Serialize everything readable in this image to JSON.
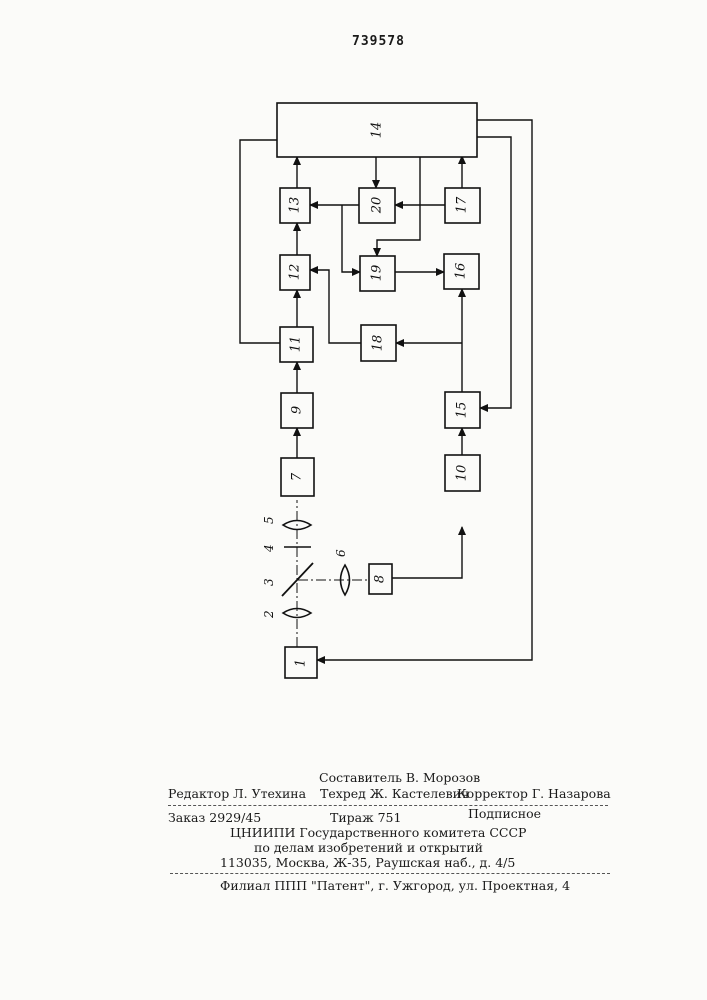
{
  "patent_number": "739578",
  "blocks": [
    {
      "id": "b1",
      "label": "1"
    },
    {
      "id": "b7",
      "label": "7"
    },
    {
      "id": "b8",
      "label": "8"
    },
    {
      "id": "b9",
      "label": "9"
    },
    {
      "id": "b10",
      "label": "10"
    },
    {
      "id": "b11",
      "label": "11"
    },
    {
      "id": "b12",
      "label": "12"
    },
    {
      "id": "b13",
      "label": "13"
    },
    {
      "id": "b14",
      "label": "14"
    },
    {
      "id": "b15",
      "label": "15"
    },
    {
      "id": "b16",
      "label": "16"
    },
    {
      "id": "b17",
      "label": "17"
    },
    {
      "id": "b18",
      "label": "18"
    },
    {
      "id": "b19",
      "label": "19"
    },
    {
      "id": "b20",
      "label": "20"
    }
  ],
  "optics": [
    {
      "id": "o2",
      "label": "2"
    },
    {
      "id": "o3",
      "label": "3"
    },
    {
      "id": "o4",
      "label": "4"
    },
    {
      "id": "o5",
      "label": "5"
    },
    {
      "id": "o6",
      "label": "6"
    }
  ],
  "footer": {
    "compiler": "Составитель В. Морозов",
    "editor": "Редактор Л. Утехина",
    "techred": "Техред Ж. Кастелевич",
    "corrector": "Корректор Г. Назарова",
    "order": "Заказ 2929/45",
    "circulation": "Тираж 751",
    "subscription": "Подписное",
    "org1": "ЦНИИПИ Государственного комитета СССР",
    "org2": "по делам изобретений и открытий",
    "address": "113035, Москва, Ж-35, Раушская наб., д. 4/5",
    "branch": "Филиал ППП \"Патент\", г. Ужгород, ул. Проектная, 4"
  }
}
